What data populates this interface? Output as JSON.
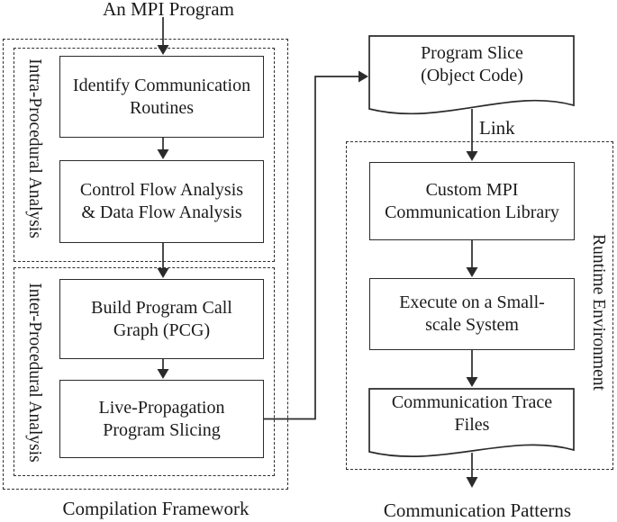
{
  "diagram": {
    "top_label": "An MPI Program",
    "compilation": {
      "caption": "Compilation Framework",
      "intra_group_label": "Intra-Procedural Analysis",
      "inter_group_label": "Inter-Procedural Analysis",
      "identify": {
        "line1": "Identify Communication",
        "line2": "Routines"
      },
      "control_flow": {
        "line1": "Control Flow Analysis",
        "line2": "& Data Flow Analysis"
      },
      "pcg": {
        "line1": "Build Program Call",
        "line2": "Graph (PCG)"
      },
      "slicing": {
        "line1": "Live-Propagation",
        "line2": "Program Slicing"
      }
    },
    "program_slice": {
      "line1": "Program Slice",
      "line2": "(Object Code)"
    },
    "link_label": "Link",
    "runtime": {
      "group_label": "Runtime Environment",
      "caption": "Communication Patterns",
      "custom_library": {
        "line1": "Custom MPI",
        "line2": "Communication Library"
      },
      "execute": {
        "line1": "Execute on a Small-",
        "line2": "scale System"
      },
      "trace_files": {
        "line1": "Communication Trace",
        "line2": "Files"
      }
    },
    "colors": {
      "line": "#2b2b2b",
      "text": "#1b1b1b",
      "background": "#ffffff"
    }
  }
}
